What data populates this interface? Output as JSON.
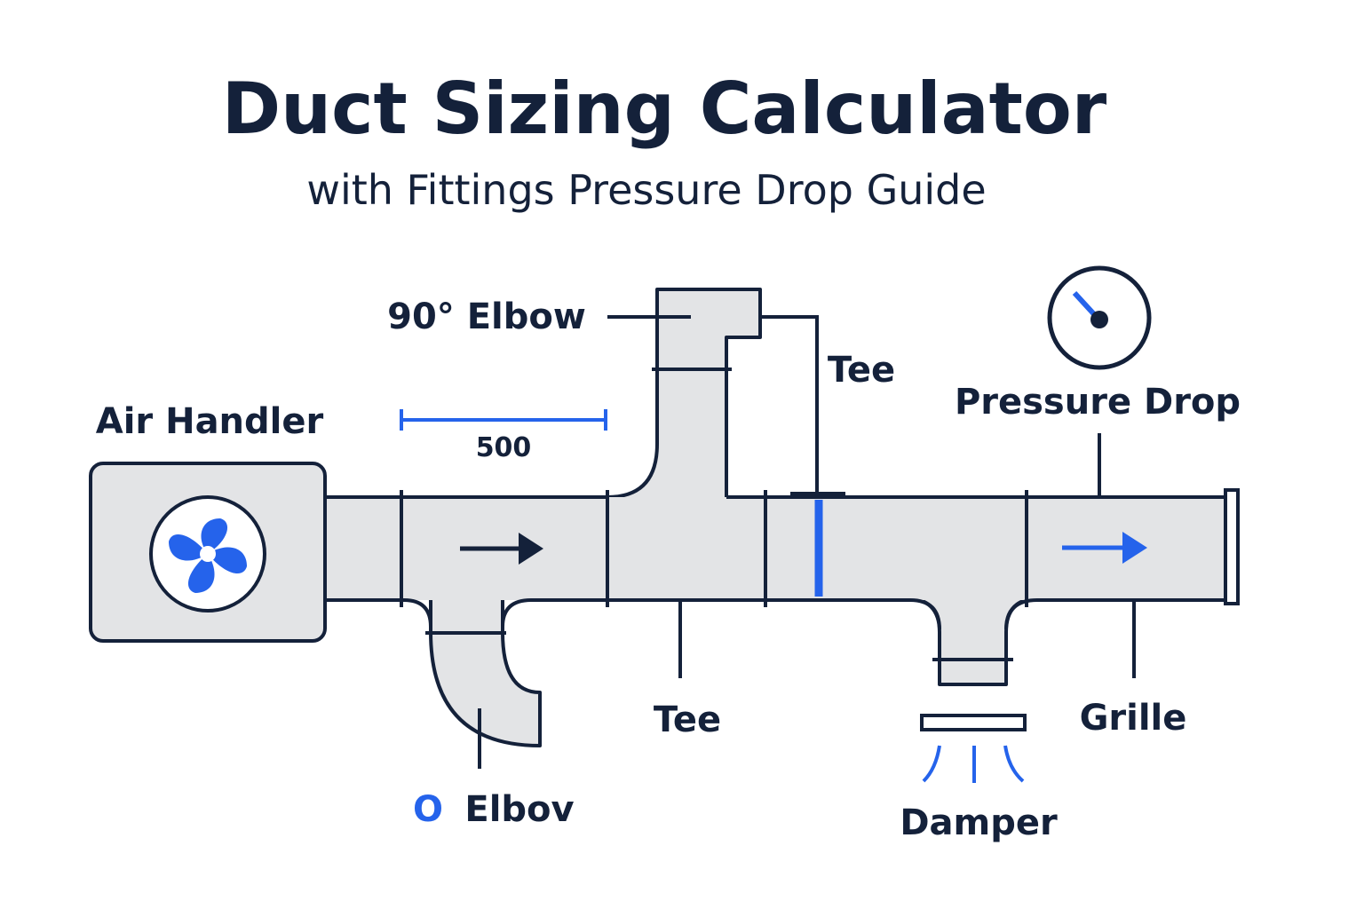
{
  "title": "Duct Sizing Calculator",
  "subtitle": "with Fittings Pressure Drop Guide",
  "labels": {
    "air_handler": "Air Handler",
    "elbow_90": "90° Elbow",
    "tee_upper": "Tee",
    "pressure_drop": "Pressure Drop",
    "dimension": "500",
    "elbow_lower_glyph": "O",
    "elbow_lower": "Elbov",
    "tee_lower": "Tee",
    "damper": "Damper",
    "grille": "Grille"
  },
  "colors": {
    "ink": "#14213a",
    "accent": "#2563eb",
    "duct_fill": "#e3e4e6",
    "background": "#ffffff"
  },
  "icons": {
    "fan": "fan-icon",
    "gauge": "pressure-gauge-icon",
    "flow_arrow": "arrow-right-icon"
  }
}
